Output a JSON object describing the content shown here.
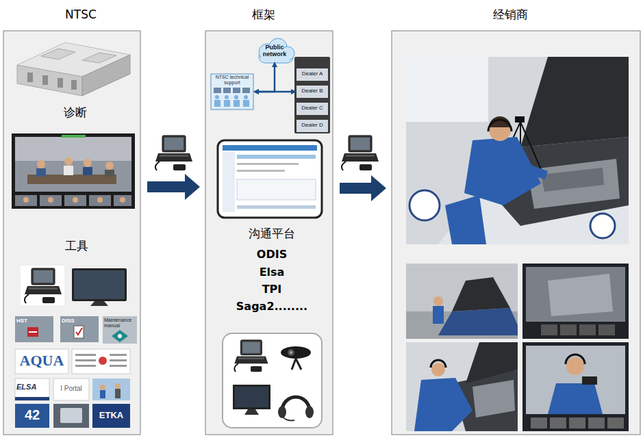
{
  "diagram": {
    "nodes": [
      {
        "text": [
          "NTSC",
          "诊断",
          "工具"
        ]
      },
      {
        "text": [
          "HST"
        ],
        "in": 0
      },
      {
        "text": [
          "DISS"
        ],
        "in": 0
      },
      {
        "text": [
          "Maintenance manual"
        ],
        "in": 0
      },
      {
        "text": [
          "AQUA"
        ],
        "in": 0
      },
      {
        "text": [
          "ELSA"
        ],
        "in": 0
      },
      {
        "text": [
          "I Portal"
        ],
        "in": 0
      },
      {
        "text": [
          "42"
        ],
        "in": 0
      },
      {
        "text": [
          "ETKA"
        ],
        "in": 0
      },
      {
        "text": [
          "框架",
          "沟通平台",
          "ODIS",
          "Elsa",
          "TPI",
          "Saga2........"
        ]
      },
      {
        "text": [
          "Public network"
        ],
        "in": 9
      },
      {
        "text": [
          "NTSC technical support"
        ],
        "in": 9
      },
      {
        "text": [
          "Dealer A"
        ],
        "in": 9
      },
      {
        "text": [
          "Dealer B"
        ],
        "in": 9
      },
      {
        "text": [
          "Dealer C"
        ],
        "in": 9
      },
      {
        "text": [
          "Dealer D"
        ],
        "in": 9
      },
      {
        "text": [
          "经销商"
        ]
      }
    ],
    "edges": [
      {
        "from": 0,
        "to": 9,
        "arrow": "to"
      },
      {
        "from": 9,
        "to": 16,
        "arrow": "to"
      },
      {
        "from": 11,
        "to": 10,
        "arrow": "both"
      },
      {
        "from": 11,
        "to": 13,
        "arrow": "both"
      }
    ]
  }
}
